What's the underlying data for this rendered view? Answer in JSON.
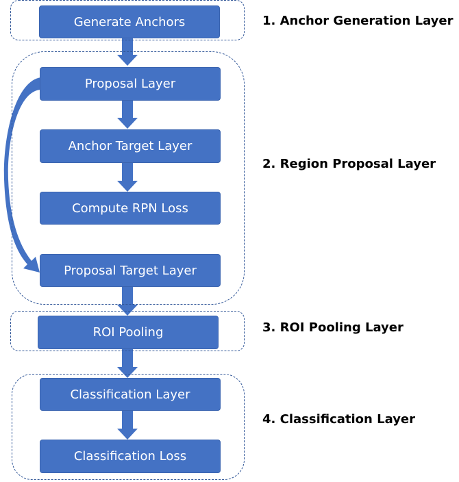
{
  "colors": {
    "box_fill": "#4472C4",
    "box_text": "#FFFFFF",
    "group_border": "#2F5597",
    "arrow": "#4472C4"
  },
  "steps": {
    "generate_anchors": "Generate Anchors",
    "proposal_layer": "Proposal Layer",
    "anchor_target_layer": "Anchor Target Layer",
    "compute_rpn_loss": "Compute RPN Loss",
    "proposal_target_layer": "Proposal Target Layer",
    "roi_pooling": "ROI Pooling",
    "classification_layer": "Classification Layer",
    "classification_loss": "Classification Loss"
  },
  "layers": {
    "anchor_generation": "1. Anchor Generation Layer",
    "region_proposal": "2. Region Proposal Layer",
    "roi_pooling": "3. ROI Pooling Layer",
    "classification": "4. Classification Layer"
  },
  "edges": [
    {
      "from": "generate_anchors",
      "to": "proposal_layer"
    },
    {
      "from": "proposal_layer",
      "to": "anchor_target_layer"
    },
    {
      "from": "anchor_target_layer",
      "to": "compute_rpn_loss"
    },
    {
      "from": "proposal_layer",
      "to": "proposal_target_layer"
    },
    {
      "from": "proposal_target_layer",
      "to": "roi_pooling"
    },
    {
      "from": "roi_pooling",
      "to": "classification_layer"
    },
    {
      "from": "classification_layer",
      "to": "classification_loss"
    }
  ]
}
